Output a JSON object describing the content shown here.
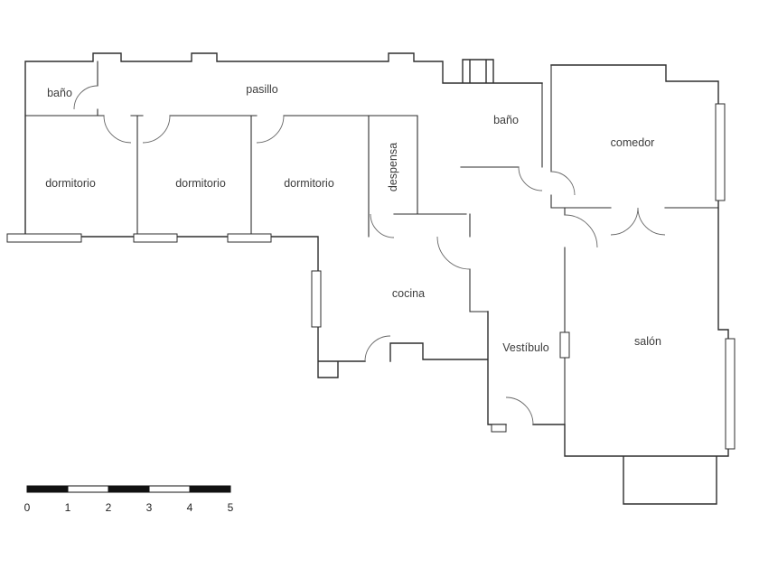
{
  "colors": {
    "wall": "#2e2e2e",
    "door": "#666666",
    "label": "#3c3c3c",
    "scale": "#111111"
  },
  "rooms": {
    "bano_top": "baño",
    "pasillo": "pasillo",
    "dormitorio_1": "dormitorio",
    "dormitorio_2": "dormitorio",
    "dormitorio_3": "dormitorio",
    "despensa": "despensa",
    "bano_right": "baño",
    "comedor": "comedor",
    "cocina": "cocina",
    "vestibulo": "Vestíbulo",
    "salon": "salón"
  },
  "scale_bar": {
    "ticks": [
      "0",
      "1",
      "2",
      "3",
      "4",
      "5"
    ]
  }
}
